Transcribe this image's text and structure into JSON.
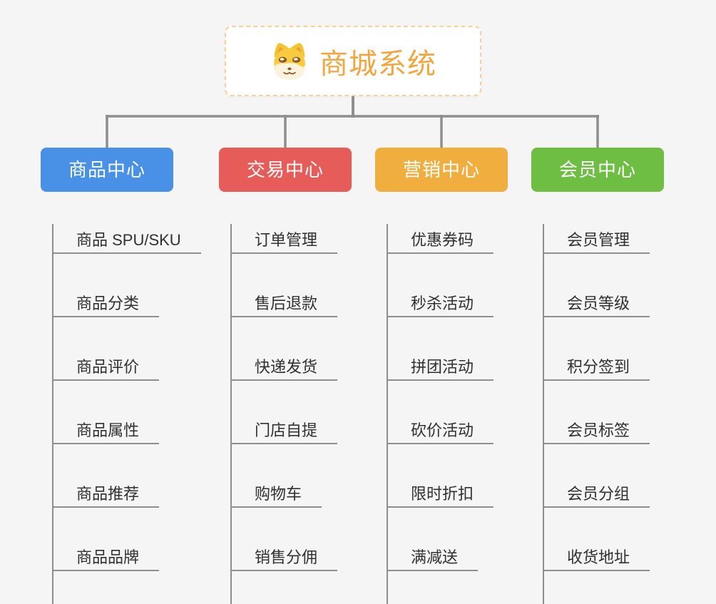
{
  "canvas": {
    "background": "#f5f5f6",
    "connector_color": "#8e8e8e",
    "underline_color": "#8e8e8e"
  },
  "root": {
    "label": "商城系统",
    "icon": "doge-icon",
    "text_color": "#f1a73f",
    "border_color": "#f7d195"
  },
  "branches": [
    {
      "label": "商品中心",
      "color": "#4991e6",
      "children": [
        "商品 SPU/SKU",
        "商品分类",
        "商品评价",
        "商品属性",
        "商品推荐",
        "商品品牌"
      ]
    },
    {
      "label": "交易中心",
      "color": "#e65c59",
      "children": [
        "订单管理",
        "售后退款",
        "快递发货",
        "门店自提",
        "购物车",
        "销售分佣"
      ]
    },
    {
      "label": "营销中心",
      "color": "#efae3e",
      "children": [
        "优惠券码",
        "秒杀活动",
        "拼团活动",
        "砍价活动",
        "限时折扣",
        "满减送"
      ]
    },
    {
      "label": "会员中心",
      "color": "#6fbe44",
      "children": [
        "会员管理",
        "会员等级",
        "积分签到",
        "会员标签",
        "会员分组",
        "收货地址"
      ]
    }
  ]
}
